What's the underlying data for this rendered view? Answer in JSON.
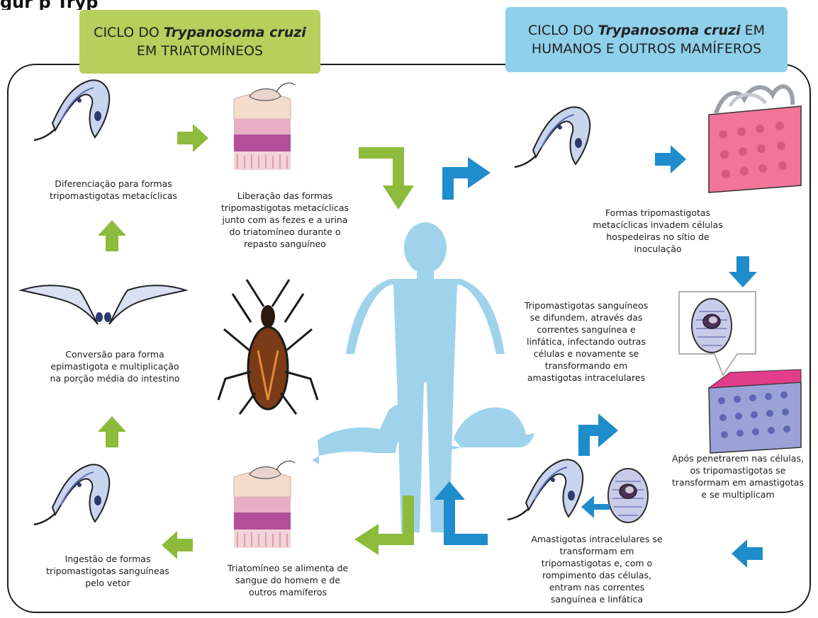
{
  "caption_fragment": "gur                                                     p                                                                  Tryp",
  "headers": {
    "left": {
      "line1_prefix": "CICLO DO ",
      "line1_italic": "Trypanosoma cruzi",
      "line1_suffix": "",
      "line2": "EM TRIATOMÍNEOS"
    },
    "right": {
      "line1_prefix": "CICLO DO ",
      "line1_italic": "Trypanosoma cruzi",
      "line1_suffix": " EM",
      "line2": "HUMANOS E OUTROS MAMÍFEROS"
    }
  },
  "steps": {
    "diferenciacao": "Diferenciação para formas\ntripomastigotas metacíclicas",
    "liberacao": "Liberação das formas\ntripomastigotas metacíclicas\njunto com as fezes e a urina\ndo triatomíneo durante o\nrepasto sanguíneo",
    "invasao": "Formas tripomastigotas\nmetacíclicas invadem células\nhospedeiras no sítio de\ninoculação",
    "difusao": "Tripomastigotas sanguíneos\nse difundem, através das\ncorrentes sanguínea e\nlinfática, infectando outras\ncélulas e novamente se\ntransformando em\namastigotas intracelulares",
    "conversao": "Conversão para forma\nepimastigota e multiplicação\nna porção média do intestino",
    "multiplicacao": "Após penetrarem nas células,\nos tripomastigotas se\ntransformam em amastigotas\ne se multiplicam",
    "ingestao": "Ingestão de formas\ntripomastigotas sanguíneas\npelo vetor",
    "alimentacao": "Triatomíneo se alimenta de\nsangue do homem e de\noutros mamíferos",
    "rompimento": "Amastigotas intracelulares se\ntransformam em\ntripomastigotas e, com o\nrompimento das células,\nentram nas correntes\nsanguínea e linfática"
  },
  "colors": {
    "green_arrow": "#8dbb3b",
    "blue_arrow": "#1f8ccb",
    "human_silhouette": "#9fd3ec",
    "header_left_bg": "#b7cf5b",
    "header_right_bg": "#8fd0ea",
    "frame_border": "#1b1b1b"
  },
  "icons": [
    "trypomastigote-icon",
    "skin-layers-icon",
    "triatomine-bug-icon",
    "epimastigote-icon",
    "human-silhouette-icon",
    "dog-silhouette-icon",
    "armadillo-silhouette-icon",
    "infected-cell-icon",
    "amastigote-cell-icon",
    "green-arrow-icon",
    "blue-arrow-icon"
  ]
}
